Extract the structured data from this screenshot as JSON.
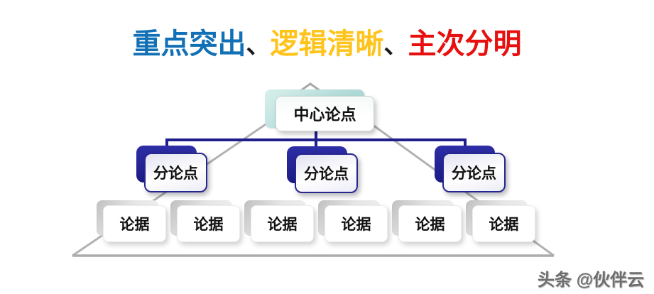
{
  "title": {
    "segments": [
      {
        "text": "重点突出",
        "color": "#1271B6"
      },
      {
        "text": "、",
        "color": "#1A1A1A"
      },
      {
        "text": "逻辑清晰",
        "color": "#FFC41C"
      },
      {
        "text": "、",
        "color": "#1A1A1A"
      },
      {
        "text": "主次分明",
        "color": "#E8100E"
      }
    ]
  },
  "diagram": {
    "type": "pyramid-hierarchy",
    "central": {
      "label": "中心论点"
    },
    "sub_points": [
      {
        "label": "分论点"
      },
      {
        "label": "分论点"
      },
      {
        "label": "分论点"
      }
    ],
    "evidence": [
      {
        "label": "论据"
      },
      {
        "label": "论据"
      },
      {
        "label": "论据"
      },
      {
        "label": "论据"
      },
      {
        "label": "论据"
      },
      {
        "label": "论据"
      }
    ]
  },
  "watermark": {
    "text": "头条 @伙伴云"
  },
  "colors": {
    "title_blue": "#1271B6",
    "title_yellow": "#FFC41C",
    "title_red": "#E8100E",
    "connector_navy": "#1F1F8C",
    "node_teal_back": "#AED8D5",
    "node_navy_back": "#22229A",
    "line_gray": "#AEAEAE"
  }
}
